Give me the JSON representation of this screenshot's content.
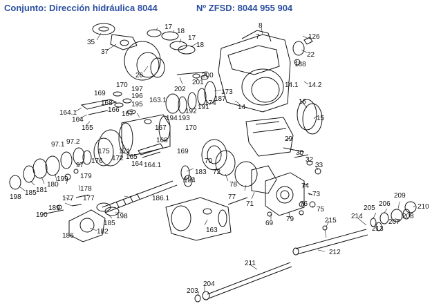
{
  "header": {
    "title": "Conjunto: Dirección hidráulica 8044",
    "part_number": "Nº ZFSD: 8044 955 904"
  },
  "callouts": [
    "35",
    "37",
    "17",
    "18",
    "17",
    "18",
    "8",
    "7",
    "126",
    "22",
    "188",
    "26",
    "202",
    "201",
    "200",
    "173",
    "170",
    "197",
    "169",
    "196",
    "168",
    "195",
    "166",
    "167",
    "163.1",
    "192",
    "191",
    "174",
    "187",
    "14",
    "14.1",
    "14.2",
    "164.1",
    "164",
    "165",
    "194",
    "193",
    "170",
    "16",
    "15",
    "97.1",
    "97.2",
    "175",
    "176",
    "171",
    "172",
    "165",
    "164",
    "167",
    "168",
    "164.1",
    "169",
    "29",
    "70",
    "30",
    "32",
    "33",
    "199",
    "97",
    "179",
    "180",
    "181",
    "185",
    "198",
    "183",
    "184",
    "72",
    "78",
    "178",
    "177",
    "177",
    "189",
    "190",
    "186.1",
    "185",
    "198",
    "186",
    "182",
    "163",
    "74",
    "73",
    "77",
    "71",
    "75",
    "76",
    "79",
    "69",
    "215",
    "214",
    "205",
    "206",
    "209",
    "210",
    "208",
    "207",
    "213",
    "212",
    "211",
    "203",
    "204"
  ],
  "colors": {
    "header": "#2b4fa0",
    "ink": "#111111"
  }
}
